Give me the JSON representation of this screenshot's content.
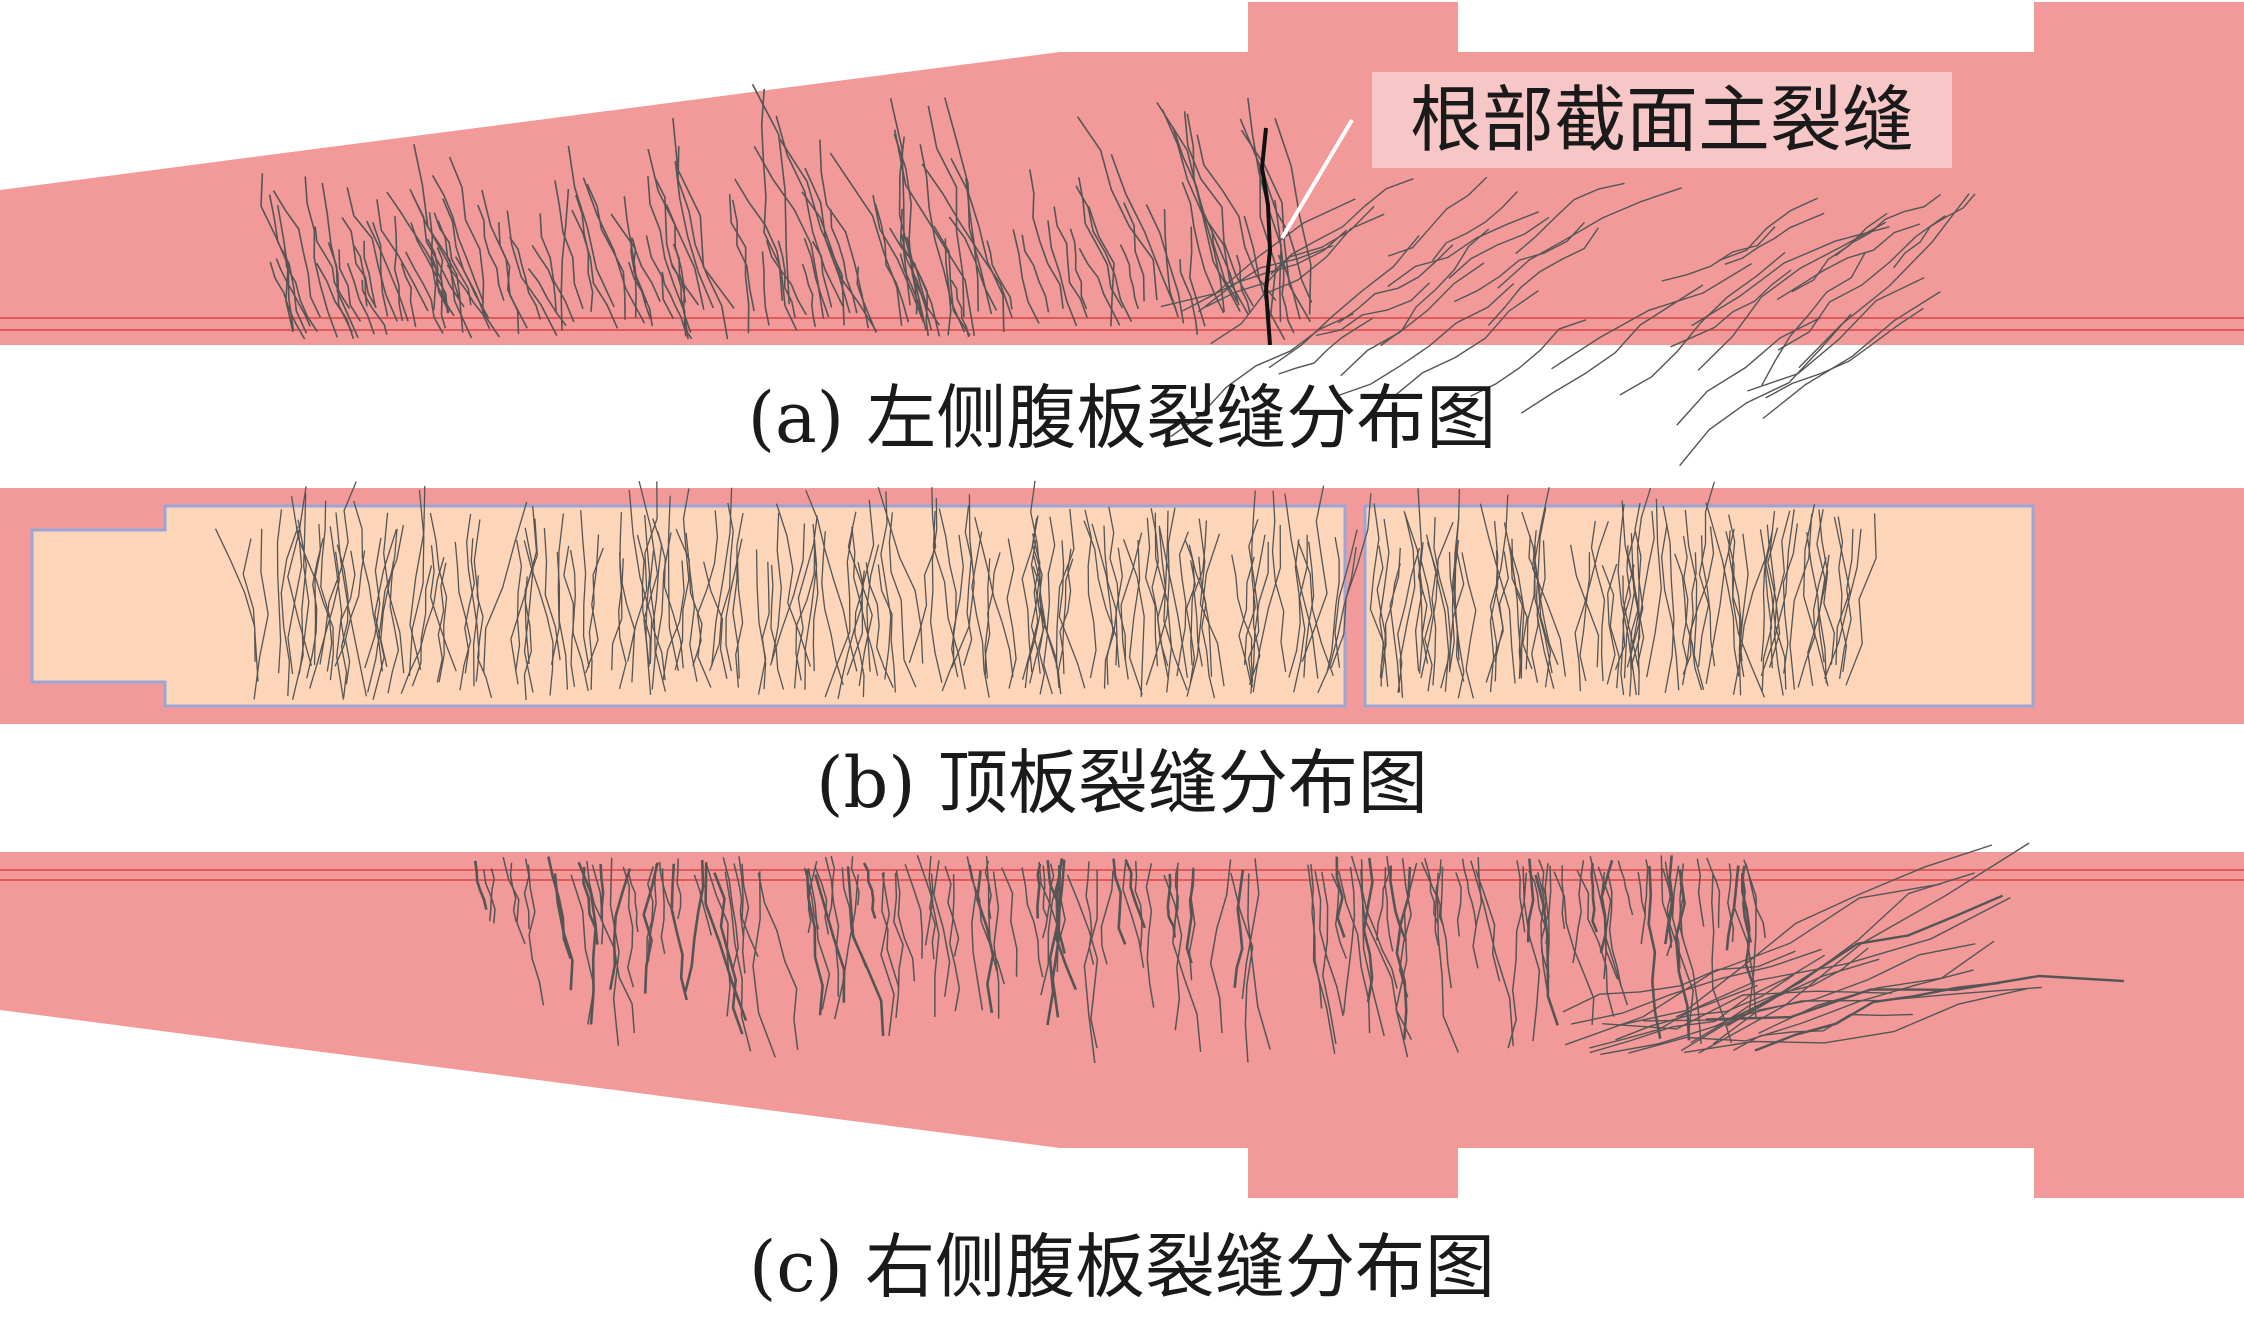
{
  "figure": {
    "panels": [
      {
        "id": "a",
        "caption": "(a) 左侧腹板裂缝分布图"
      },
      {
        "id": "b",
        "caption": "(b) 顶板裂缝分布图"
      },
      {
        "id": "c",
        "caption": "(c) 右侧腹板裂缝分布图"
      }
    ],
    "callout": "根部截面主裂缝"
  },
  "colors": {
    "web_fill": "#f29a9a",
    "top_slab_fill": "#fdd5b8",
    "top_slab_outline": "#9aa6d8",
    "crack": "#555555",
    "main_crack": "#111111",
    "line": "#e05a5a",
    "leader": "#ffffff"
  }
}
